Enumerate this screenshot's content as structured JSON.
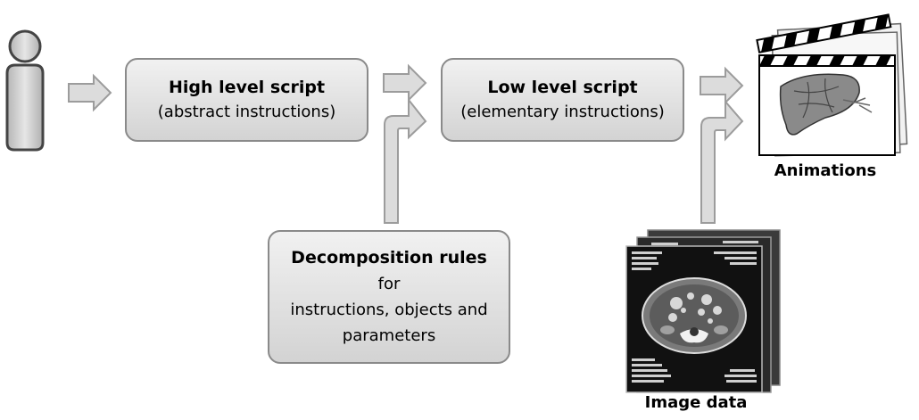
{
  "boxes": {
    "high_level": {
      "title": "High level script",
      "subtitle": "(abstract instructions)"
    },
    "low_level": {
      "title": "Low level script",
      "subtitle": "(elementary instructions)"
    },
    "decomposition": {
      "title": "Decomposition rules",
      "lines": [
        "for",
        "instructions, objects and",
        "parameters"
      ]
    }
  },
  "captions": {
    "animations": "Animations",
    "image_data": "Image data"
  },
  "icons": {
    "user": "person-icon",
    "animations": "clapperboard-liver-icon",
    "image_data": "ct-scan-stack-icon",
    "arrows": "right-arrow-icon"
  },
  "colors": {
    "box_border": "#8a8a8a",
    "box_fill_top": "#f1f1f1",
    "box_fill_bottom": "#d3d3d3",
    "arrow_fill": "#dcdcdc",
    "arrow_stroke": "#9c9c9c"
  }
}
